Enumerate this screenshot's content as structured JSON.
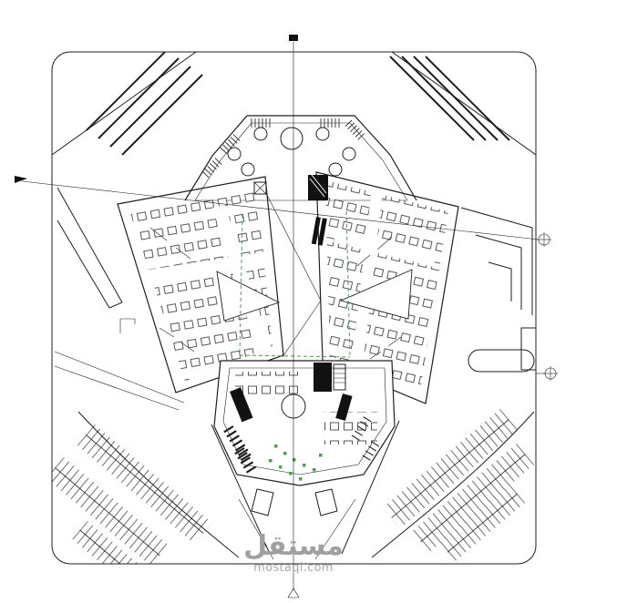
{
  "watermark": {
    "brand_ar": "مستقل",
    "domain": "mostaql.com"
  },
  "colors": {
    "line": "#1f1f1f",
    "fill_dark": "#111111",
    "accent_green": "#49a24f",
    "watermark_gray": "#a0a0a0",
    "background": "#ffffff"
  },
  "icons": {
    "top_axis_marker": "filled-square",
    "bottom_axis_marker": "open-triangle",
    "east_section_marker_upper": "circle-crosshair",
    "east_section_marker_lower": "circle-crosshair",
    "west_survey_marker": "flag"
  }
}
